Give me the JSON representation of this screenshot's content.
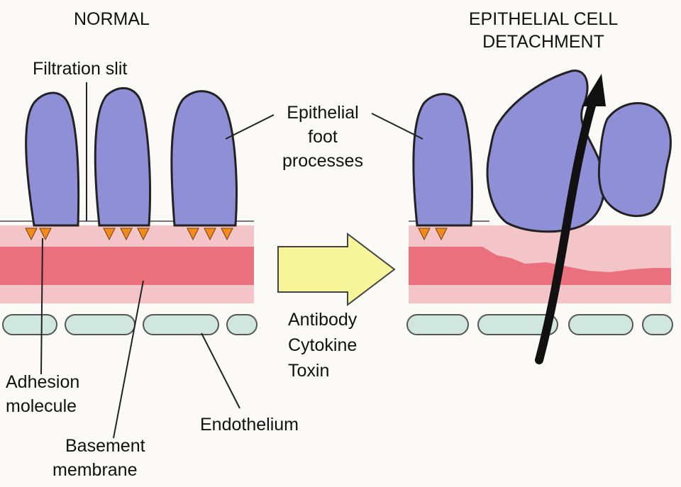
{
  "titles": {
    "normal": "NORMAL",
    "detached_line1": "EPITHELIAL CELL",
    "detached_line2": "DETACHMENT"
  },
  "labels": {
    "filtration_slit": "Filtration slit",
    "foot_line1": "Epithelial",
    "foot_line2": "foot",
    "foot_line3": "processes",
    "adhesion_line1": "Adhesion",
    "adhesion_line2": "molecule",
    "basement_line1": "Basement",
    "basement_line2": "membrane",
    "endothelium": "Endothelium"
  },
  "agents": [
    "Antibody",
    "Cytokine",
    "Toxin"
  ],
  "colors": {
    "foot_process": "#8e8fd6",
    "membrane_light": "#f3c4c8",
    "membrane_dark": "#e9707c",
    "adhesion": "#f08a1e",
    "endothelium": "#cfe7df",
    "arrow": "#f7f59a"
  }
}
